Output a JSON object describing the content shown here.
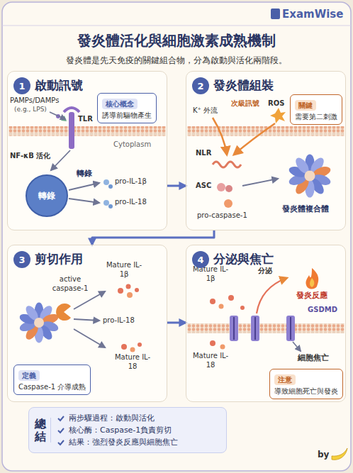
{
  "diagram": {
    "title": "發炎體活化與細胞激素成熟機制",
    "nodes": [
      {
        "text": [
          "啟動訊號"
        ]
      },
      {
        "text": [
          "1"
        ],
        "in": 0
      },
      {
        "text": [
          "核心概念",
          "誘導前驅物產生"
        ],
        "in": 0
      },
      {
        "text": [
          "轉錄"
        ],
        "in": 0
      },
      {
        "text": [
          "發炎體組裝"
        ]
      },
      {
        "text": [
          "2"
        ],
        "in": 4
      },
      {
        "text": [
          "關鍵",
          "需要第二刺激"
        ],
        "in": 4
      },
      {
        "text": [
          "剪切作用"
        ]
      },
      {
        "text": [
          "3"
        ],
        "in": 7
      },
      {
        "text": [
          "定義",
          "Caspase-1 介導成熟"
        ],
        "in": 7
      },
      {
        "text": [
          "分泌與焦亡"
        ]
      },
      {
        "text": [
          "4"
        ],
        "in": 10
      },
      {
        "text": [
          "注意",
          "導致細胞死亡與發炎"
        ],
        "in": 10
      },
      {
        "text": [
          "總結",
          "兩步驟過程：啟動與活化",
          "核心酶：Caspase-1負責剪切",
          "結果：強烈發炎反應與細胞焦亡"
        ]
      }
    ],
    "edges": [
      {
        "from": 0,
        "to": 4,
        "arrow": "to"
      },
      {
        "from": 4,
        "to": 7,
        "arrow": "to"
      },
      {
        "from": 7,
        "to": 10,
        "arrow": "to"
      }
    ],
    "labels": [
      "ExamWise",
      "發炎體是先天免疫的關鍵組合物，分為啟動與活化兩階段。",
      "PAMPs/DAMPs",
      "(e.g., LPS)",
      "TLR",
      "Cytoplasm",
      "NF-κB 活化",
      "轉錄",
      "pro-IL-1β",
      "pro-IL-18",
      "次級訊號",
      "K⁺ 外流",
      "ROS",
      "NLR",
      "ASC",
      "pro-caspase-1",
      "發炎體複合體",
      "Mature IL-1β",
      "active caspase-1",
      "pro-IL-18",
      "Mature IL-18",
      "Mature IL-1β",
      "分泌",
      "發炎反應",
      "GSDMD",
      "細胞焦亡",
      "Mature IL-18",
      "by"
    ]
  }
}
